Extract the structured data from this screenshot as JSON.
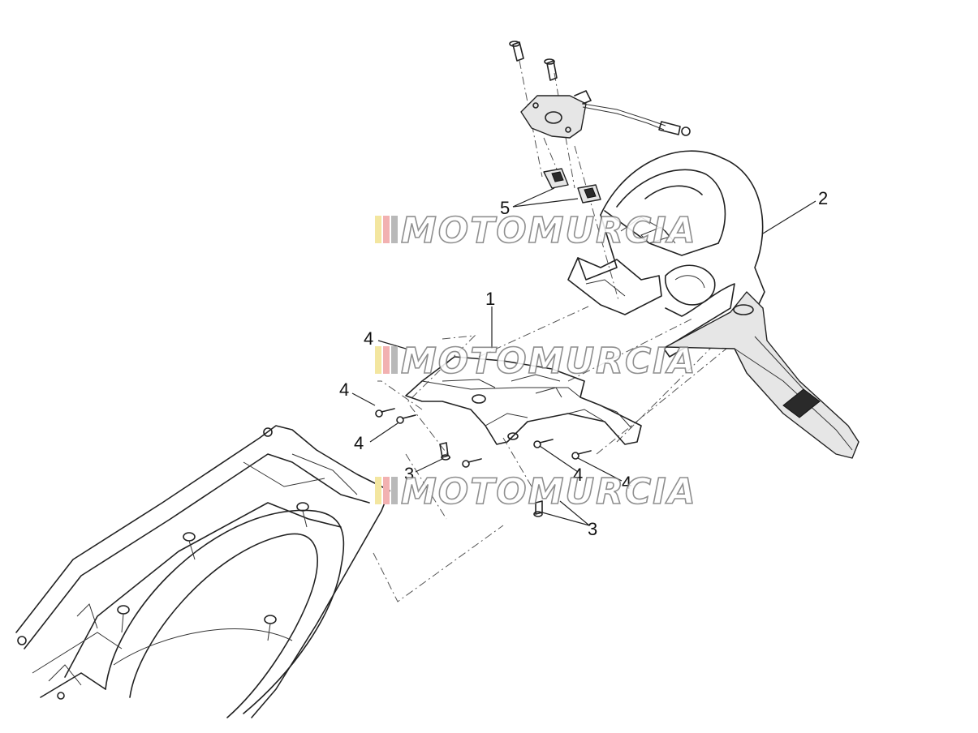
{
  "watermark": {
    "text": "MOTOMURCIA",
    "stripe_colors": [
      "#f3e6a0",
      "#f2b1b1",
      "#b9b9b9"
    ]
  },
  "callouts": {
    "c1": "1",
    "c2": "2",
    "c3a": "3",
    "c3b": "3",
    "c4a": "4",
    "c4b": "4",
    "c4c": "4",
    "c4d": "4",
    "c4e": "4",
    "c5": "5"
  }
}
